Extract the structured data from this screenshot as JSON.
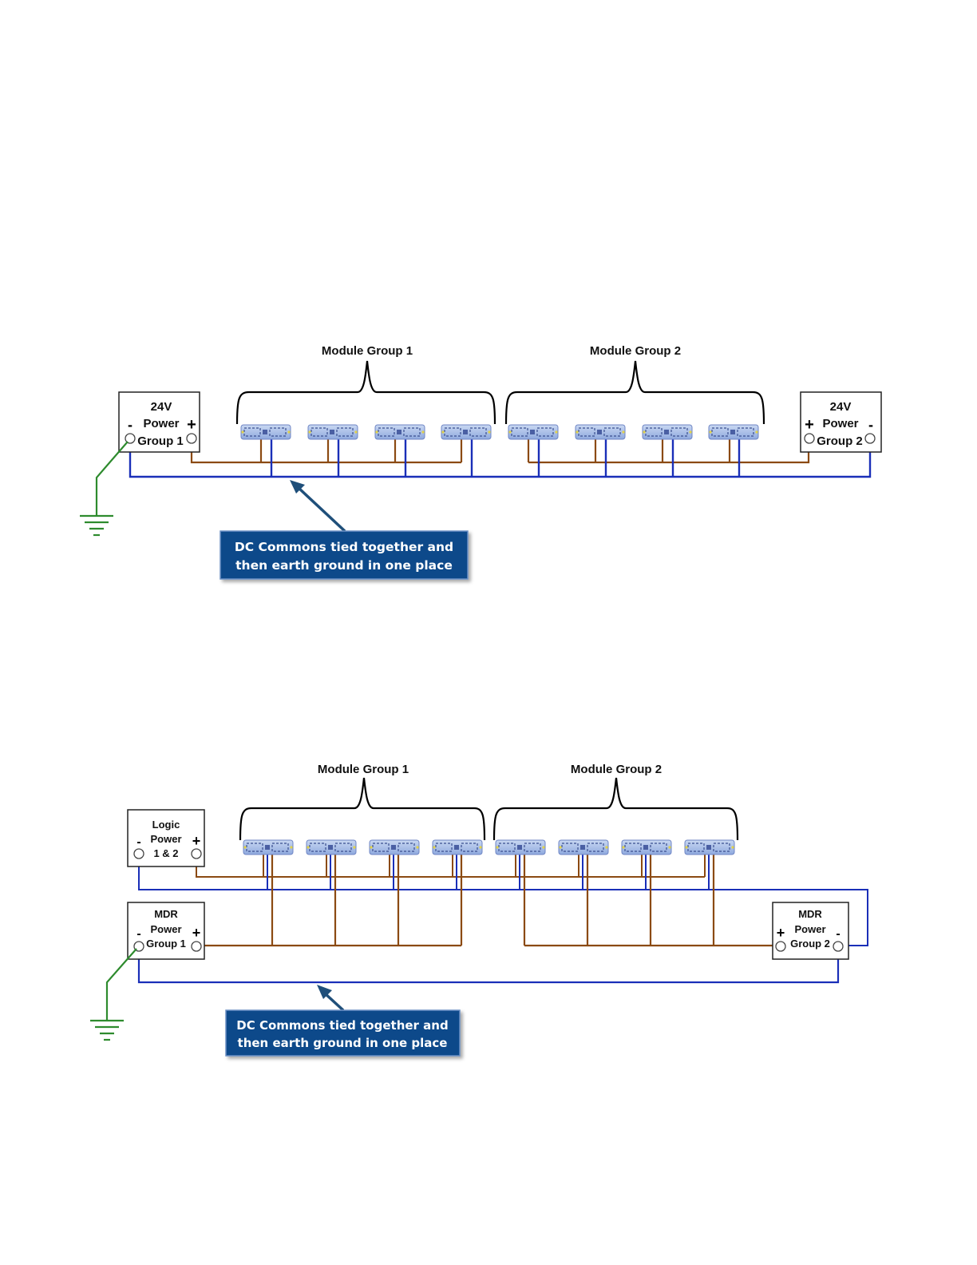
{
  "colors": {
    "brown": "#8b4a12",
    "blue": "#1a2fb8",
    "green": "#2e8b2e",
    "callout_bg": "#0f4a8a",
    "arrow": "#1f4f7a"
  },
  "diagram1": {
    "group1_label": "Module Group 1",
    "group2_label": "Module Group 2",
    "ps_left": {
      "line1": "24V",
      "line2": "Power",
      "line3": "Group 1",
      "minus": "-",
      "plus": "+"
    },
    "ps_right": {
      "line1": "24V",
      "line2": "Power",
      "line3": "Group 2",
      "minus": "-",
      "plus": "+"
    },
    "callout": {
      "line1": "DC Commons tied together and",
      "line2": "then earth ground in one place"
    }
  },
  "diagram2": {
    "group1_label": "Module Group 1",
    "group2_label": "Module Group 2",
    "logic_ps": {
      "line1": "Logic",
      "line2": "Power",
      "line3": "1 & 2",
      "minus": "-",
      "plus": "+"
    },
    "mdr_left": {
      "line1": "MDR",
      "line2": "Power",
      "line3": "Group 1",
      "minus": "-",
      "plus": "+"
    },
    "mdr_right": {
      "line1": "MDR",
      "line2": "Power",
      "line3": "Group 2",
      "minus": "-",
      "plus": "+"
    },
    "callout": {
      "line1": "DC Commons tied together and",
      "line2": "then earth ground in one place"
    }
  }
}
